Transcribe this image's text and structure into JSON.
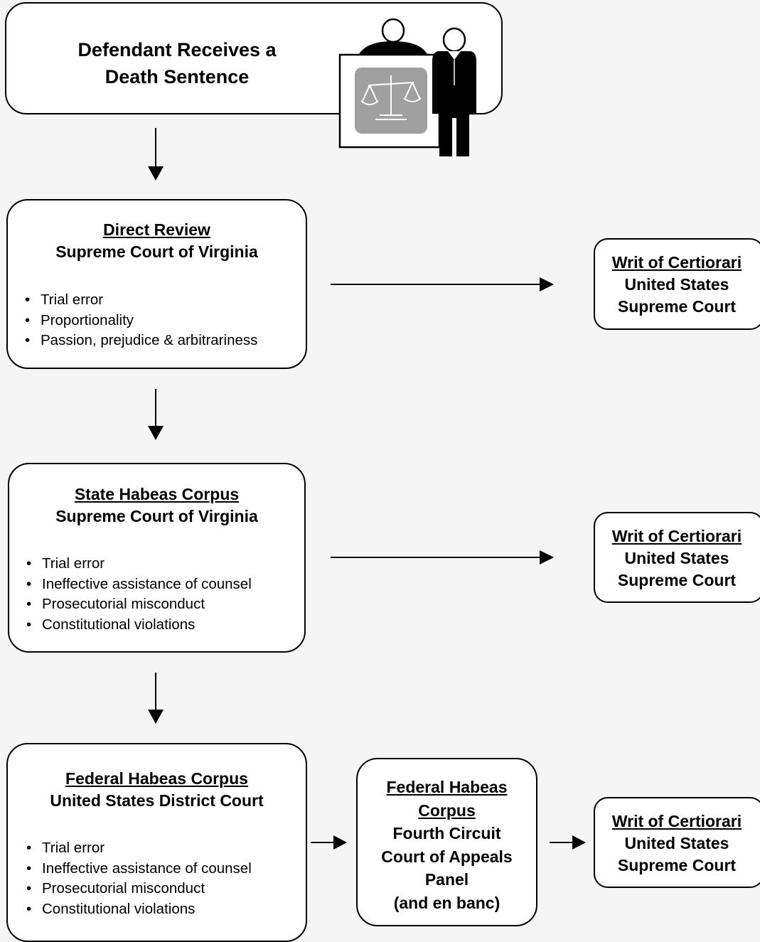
{
  "start": {
    "title_line1": "Defendant Receives a",
    "title_line2": "Death Sentence"
  },
  "direct_review": {
    "title": "Direct Review",
    "court": "Supreme Court of Virginia",
    "items": [
      "Trial error",
      "Proportionality",
      "Passion, prejudice & arbitrariness"
    ]
  },
  "state_habeas": {
    "title": "State Habeas Corpus",
    "court": "Supreme Court of Virginia",
    "items": [
      "Trial error",
      "Ineffective assistance of counsel",
      "Prosecutorial misconduct",
      "Constitutional violations"
    ]
  },
  "federal_habeas": {
    "title": "Federal Habeas Corpus",
    "court": "United States District Court",
    "items": [
      "Trial error",
      "Ineffective assistance of counsel",
      "Prosecutorial misconduct",
      "Constitutional violations"
    ]
  },
  "fourth_circuit": {
    "title_line1": "Federal Habeas",
    "title_line2": "Corpus",
    "line1": "Fourth Circuit",
    "line2": "Court of Appeals",
    "line3": "Panel",
    "line4": "(and en banc)"
  },
  "certiorari": [
    {
      "title": "Writ of Certiorari",
      "line1": "United States",
      "line2": "Supreme Court"
    },
    {
      "title": "Writ of Certiorari",
      "line1": "United States",
      "line2": "Supreme Court"
    },
    {
      "title": "Writ of Certiorari",
      "line1": "United States",
      "line2": "Supreme Court"
    }
  ],
  "icons": {
    "illustration": "courtroom-judge-defendant-scales-icon"
  }
}
